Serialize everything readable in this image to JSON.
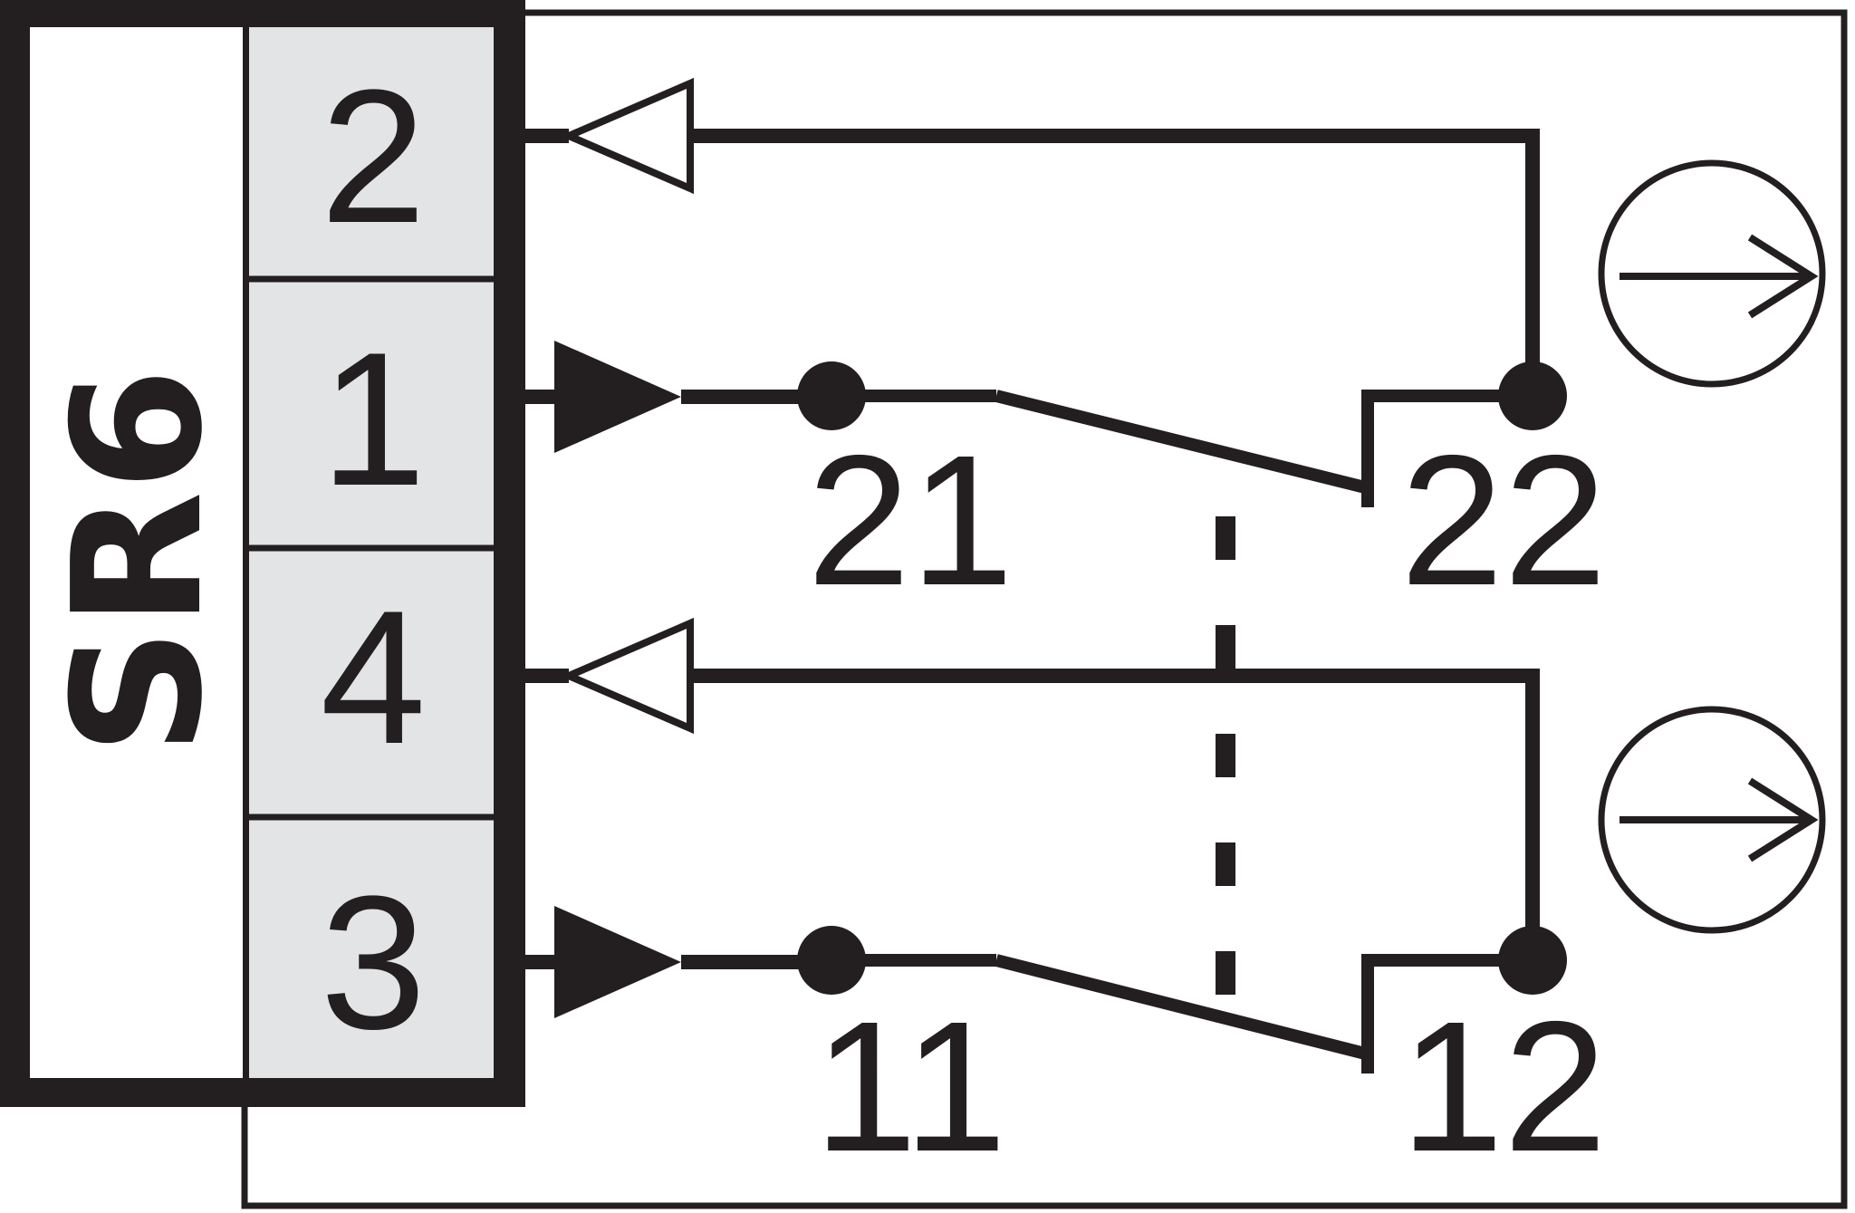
{
  "connector": {
    "name": "SR6",
    "pins": [
      "2",
      "1",
      "4",
      "3"
    ]
  },
  "contacts": {
    "upper": {
      "common": "21",
      "terminal": "22"
    },
    "lower": {
      "common": "11",
      "terminal": "12"
    }
  },
  "colors": {
    "ink": "#231f20",
    "pin_fill": "#e3e4e6",
    "background": "#ffffff"
  },
  "icons": [
    "output-arrow-circle-icon",
    "output-arrow-circle-icon"
  ]
}
